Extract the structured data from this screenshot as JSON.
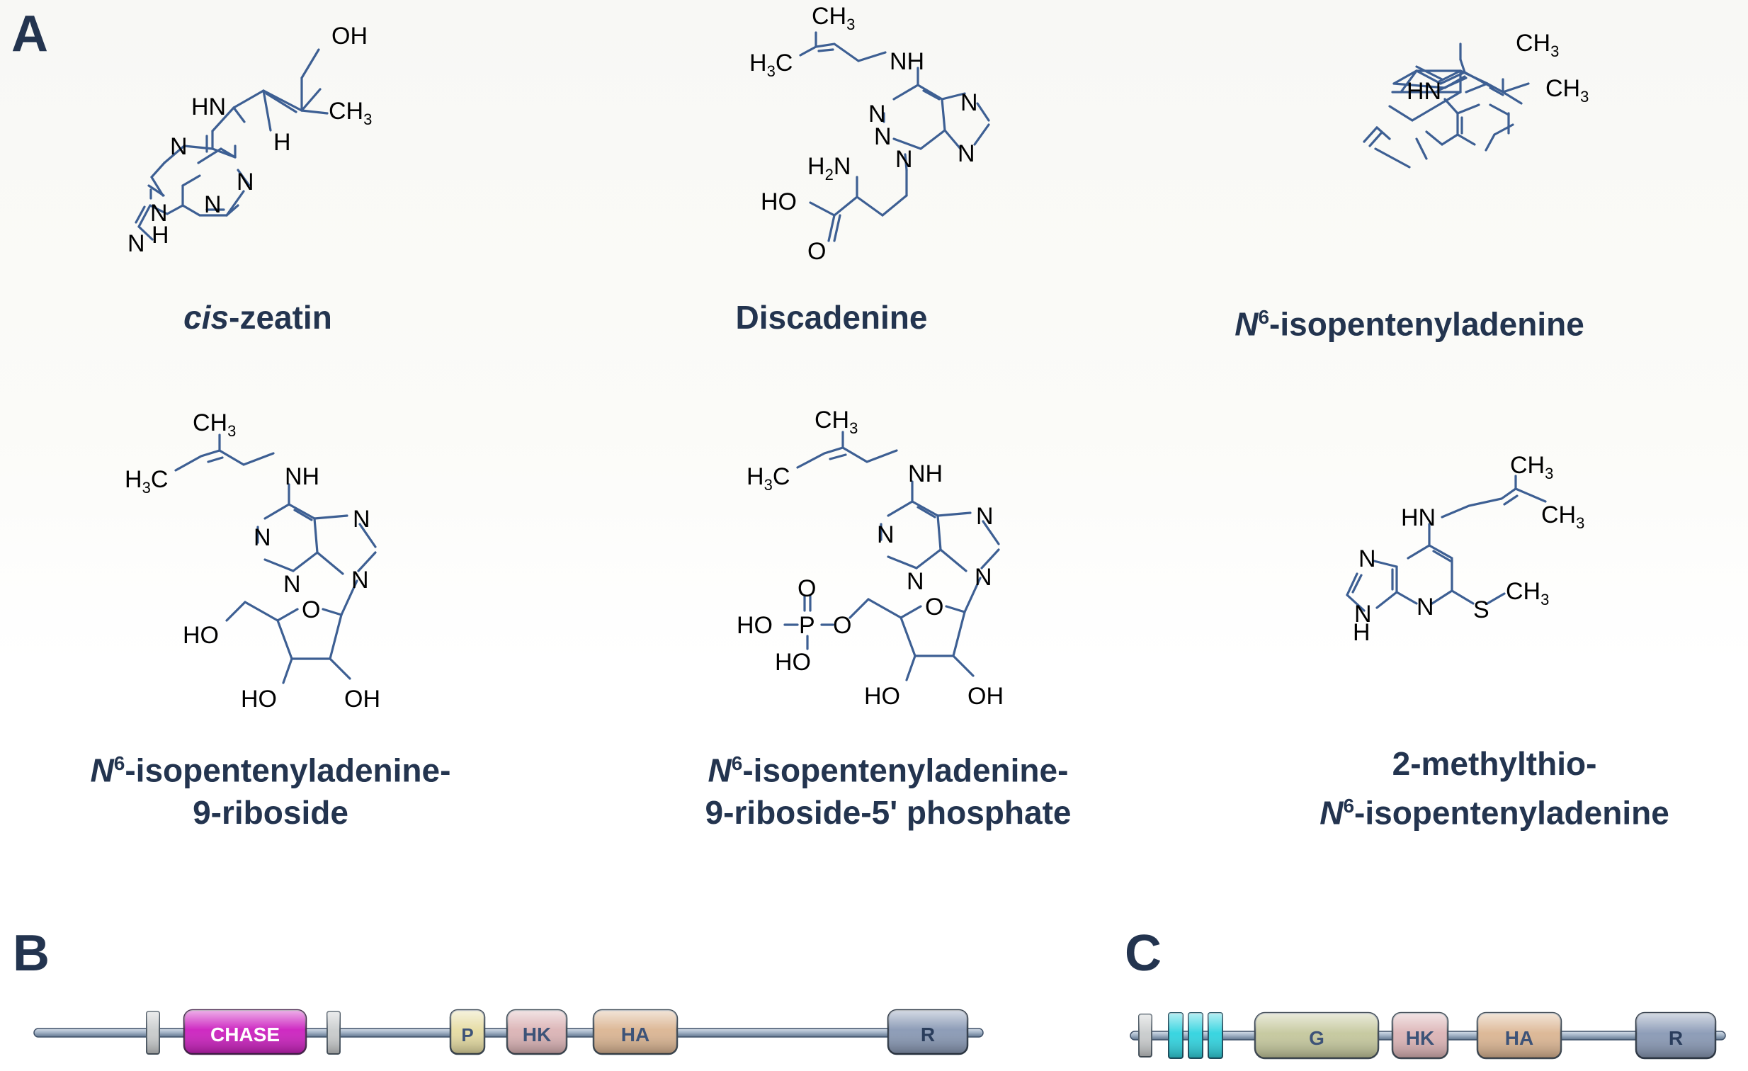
{
  "panels": {
    "a": "A",
    "b": "B",
    "c": "C"
  },
  "compounds": {
    "cis_zeatin": {
      "italic": "cis",
      "rest": "-zeatin"
    },
    "discadenine": {
      "text": "Discadenine"
    },
    "ip": {
      "italic": "N",
      "sup": "6",
      "rest": "-isopentenyladenine"
    },
    "ipr": {
      "italic": "N",
      "sup": "6",
      "line1": "-isopentenyladenine-",
      "line2": "9-riboside"
    },
    "iprmp": {
      "italic": "N",
      "sup": "6",
      "line1": "-isopentenyladenine-",
      "line2": "9-riboside-5' phosphate"
    },
    "mtip": {
      "line1": "2-methylthio-",
      "italic": "N",
      "sup": "6",
      "line2": "-isopentenyladenine"
    }
  },
  "atoms": {
    "OH": "OH",
    "HN": "HN",
    "NH": "NH",
    "N": "N",
    "H": "H",
    "CH3": "CH",
    "sub3": "3",
    "H3C": "H",
    "H2N": "H",
    "sub2": "2",
    "HO": "HO",
    "O": "O",
    "P": "P",
    "S": "S",
    "H2N_tail": "N",
    "H3C_tail": "C"
  },
  "domains": {
    "b": {
      "chase": "CHASE",
      "p": "P",
      "hk": "HK",
      "ha": "HA",
      "r": "R"
    },
    "c": {
      "g": "G",
      "hk": "HK",
      "ha": "HA",
      "r": "R"
    }
  },
  "colors": {
    "structure": "#3d5f93",
    "label": "#23344f",
    "chase": "#cc1fbf",
    "p": "#e6dca2",
    "hk": "#dbb3b5",
    "ha": "#dbb592",
    "r": "#8898b4",
    "g": "#c4c79c",
    "tm_gray": "#c8cbcc",
    "tm_cyan": "#2fd3df"
  }
}
